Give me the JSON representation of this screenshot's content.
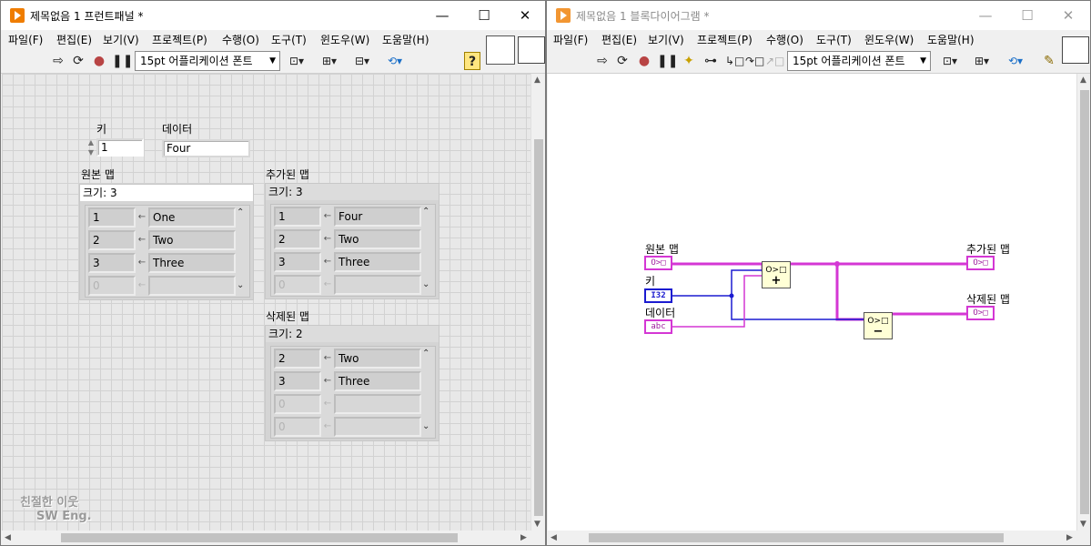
{
  "front_panel": {
    "title": "제목없음 1 프런트패널 *",
    "window_controls": {
      "minimize": "—",
      "maximize": "☐",
      "close": "✕"
    },
    "menu": [
      "파일(F)",
      "편집(E)",
      "보기(V)",
      "프로젝트(P)",
      "수행(O)",
      "도구(T)",
      "윈도우(W)",
      "도움말(H)"
    ],
    "font_selector": "15pt 어플리케이션 폰트",
    "help_icon": "?",
    "controls": {
      "key_label": "키",
      "key_value": "1",
      "data_label": "데이터",
      "data_value": "Four"
    },
    "maps": [
      {
        "label": "원본 맵",
        "size_text": "크기: 3",
        "rows": [
          {
            "key": "1",
            "value": "One"
          },
          {
            "key": "2",
            "value": "Two"
          },
          {
            "key": "3",
            "value": "Three"
          },
          {
            "key": "0",
            "value": ""
          }
        ]
      },
      {
        "label": "추가된 맵",
        "size_text": "크기: 3",
        "rows": [
          {
            "key": "1",
            "value": "Four"
          },
          {
            "key": "2",
            "value": "Two"
          },
          {
            "key": "3",
            "value": "Three"
          },
          {
            "key": "0",
            "value": ""
          }
        ]
      },
      {
        "label": "삭제된 맵",
        "size_text": "크기: 2",
        "rows": [
          {
            "key": "2",
            "value": "Two"
          },
          {
            "key": "3",
            "value": "Three"
          },
          {
            "key": "0",
            "value": ""
          },
          {
            "key": "0",
            "value": ""
          }
        ]
      }
    ],
    "row_separator": "←",
    "watermark": [
      "친절한 이웃",
      "SW Eng."
    ]
  },
  "block_diagram": {
    "title": "제목없음 1 블록다이어그램 *",
    "window_controls": {
      "minimize": "—",
      "maximize": "☐",
      "close": "✕"
    },
    "menu": [
      "파일(F)",
      "편집(E)",
      "보기(V)",
      "프로젝트(P)",
      "수행(O)",
      "도구(T)",
      "윈도우(W)",
      "도움말(H)"
    ],
    "font_selector": "15pt 어플리케이션 폰트",
    "labels": {
      "original_map": "원본 맵",
      "key": "키",
      "data": "데이터",
      "added_map": "추가된 맵",
      "deleted_map": "삭제된 맵"
    },
    "terminals": {
      "original_map": "O>□",
      "key": "I32",
      "data": "abc",
      "added_map": "O>□",
      "deleted_map": "O>□"
    },
    "nodes": {
      "insert": {
        "top": "O>□",
        "op": "+"
      },
      "delete": {
        "top": "O>□",
        "op": "−"
      }
    }
  },
  "colors": {
    "map_wire": "#d437d4",
    "i32_wire": "#1b1bd0",
    "string_wire": "#d437d4"
  }
}
